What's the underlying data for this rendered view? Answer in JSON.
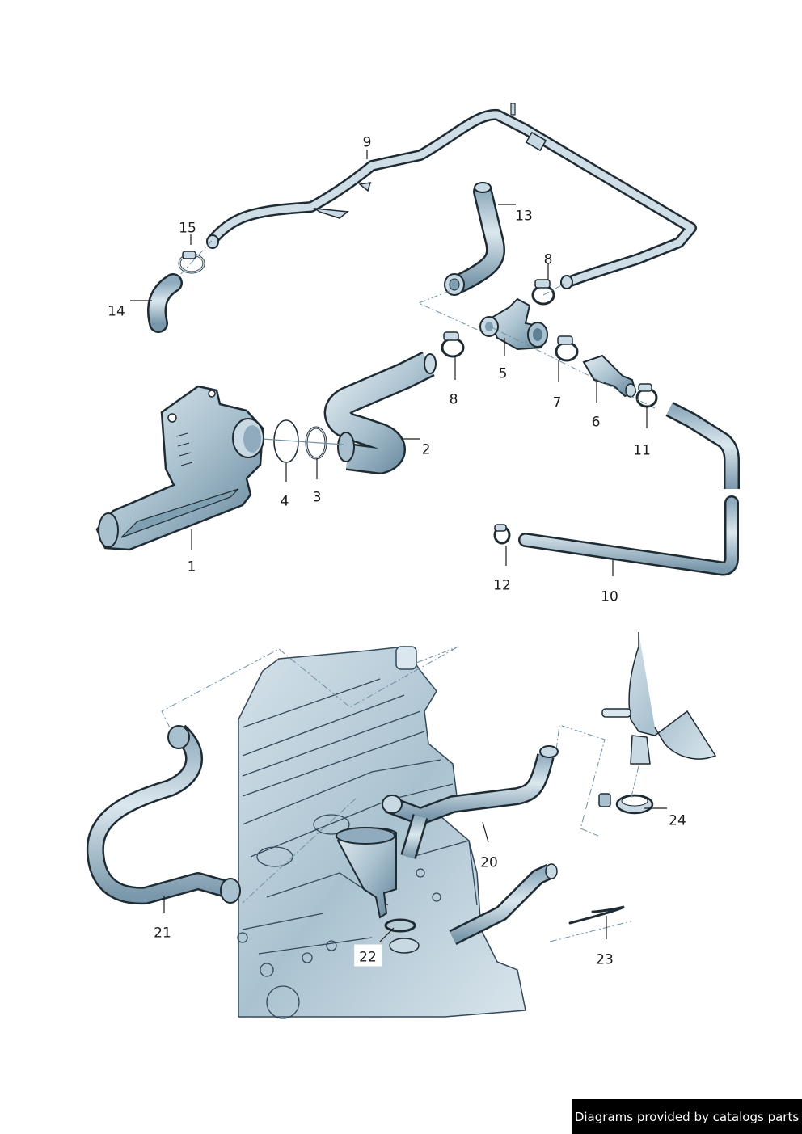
{
  "diagram": {
    "title": "Crankcase ventilation parts diagram",
    "colors": {
      "part_fill": "#c9d9e3",
      "part_shade": "#7f9fb2",
      "outline": "#1f2b33",
      "leader": "#1a1a1a",
      "dash_line": "#6e8fa3",
      "engine_fill": "#b8cdd9"
    },
    "callouts": [
      {
        "id": "1",
        "label": "1"
      },
      {
        "id": "2",
        "label": "2"
      },
      {
        "id": "3",
        "label": "3"
      },
      {
        "id": "4",
        "label": "4"
      },
      {
        "id": "5",
        "label": "5"
      },
      {
        "id": "6",
        "label": "6"
      },
      {
        "id": "7",
        "label": "7"
      },
      {
        "id": "8a",
        "label": "8"
      },
      {
        "id": "8b",
        "label": "8"
      },
      {
        "id": "9",
        "label": "9"
      },
      {
        "id": "10",
        "label": "10"
      },
      {
        "id": "11",
        "label": "11"
      },
      {
        "id": "12",
        "label": "12"
      },
      {
        "id": "13",
        "label": "13"
      },
      {
        "id": "14",
        "label": "14"
      },
      {
        "id": "15",
        "label": "15"
      },
      {
        "id": "20",
        "label": "20"
      },
      {
        "id": "21",
        "label": "21"
      },
      {
        "id": "22",
        "label": "22"
      },
      {
        "id": "23",
        "label": "23"
      },
      {
        "id": "24",
        "label": "24"
      }
    ]
  },
  "footer": {
    "text": "Diagrams provided by catalogs parts"
  }
}
